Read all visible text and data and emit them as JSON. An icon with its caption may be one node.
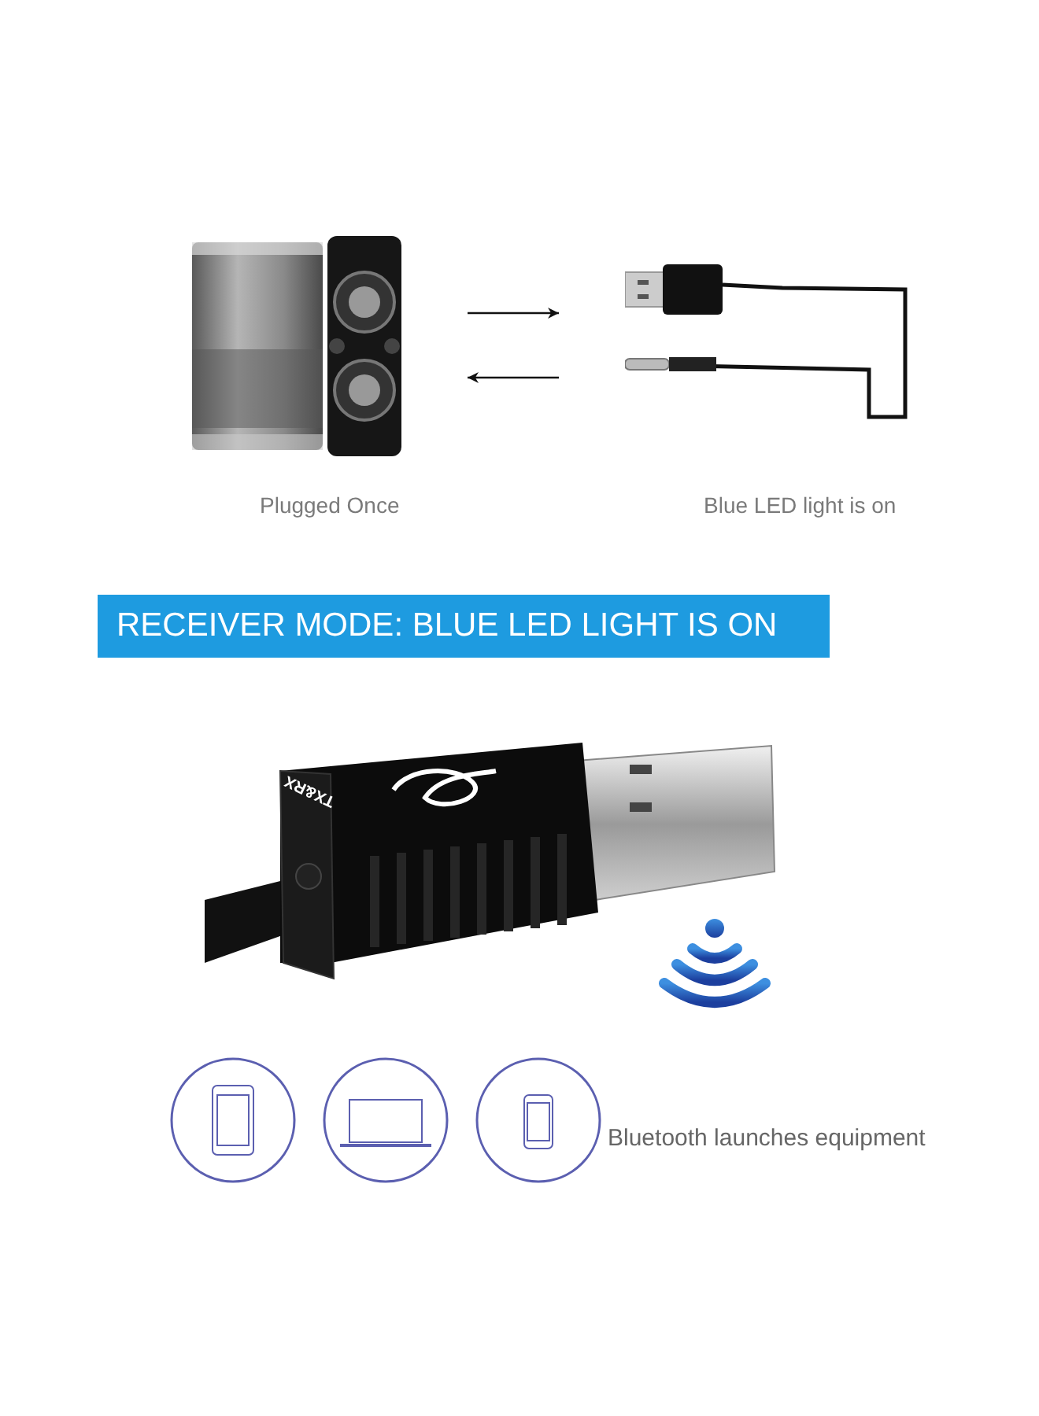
{
  "diagram": {
    "title": "RECEIVER MODE: BLUE LED LIGHT IS ON",
    "nodes": [
      {
        "text": [],
        "shape": "picture",
        "beside": [
          "Plugged Once"
        ]
      },
      {
        "text": [],
        "shape": "picture",
        "beside": [
          "Blue LED light is on"
        ]
      }
    ],
    "edges": [
      {
        "from": 0,
        "to": 1,
        "arrow": "to"
      },
      {
        "from": 1,
        "to": 0,
        "arrow": "to"
      }
    ],
    "labels": [
      "TX&RX",
      "Bluetooth launches equipment"
    ]
  }
}
